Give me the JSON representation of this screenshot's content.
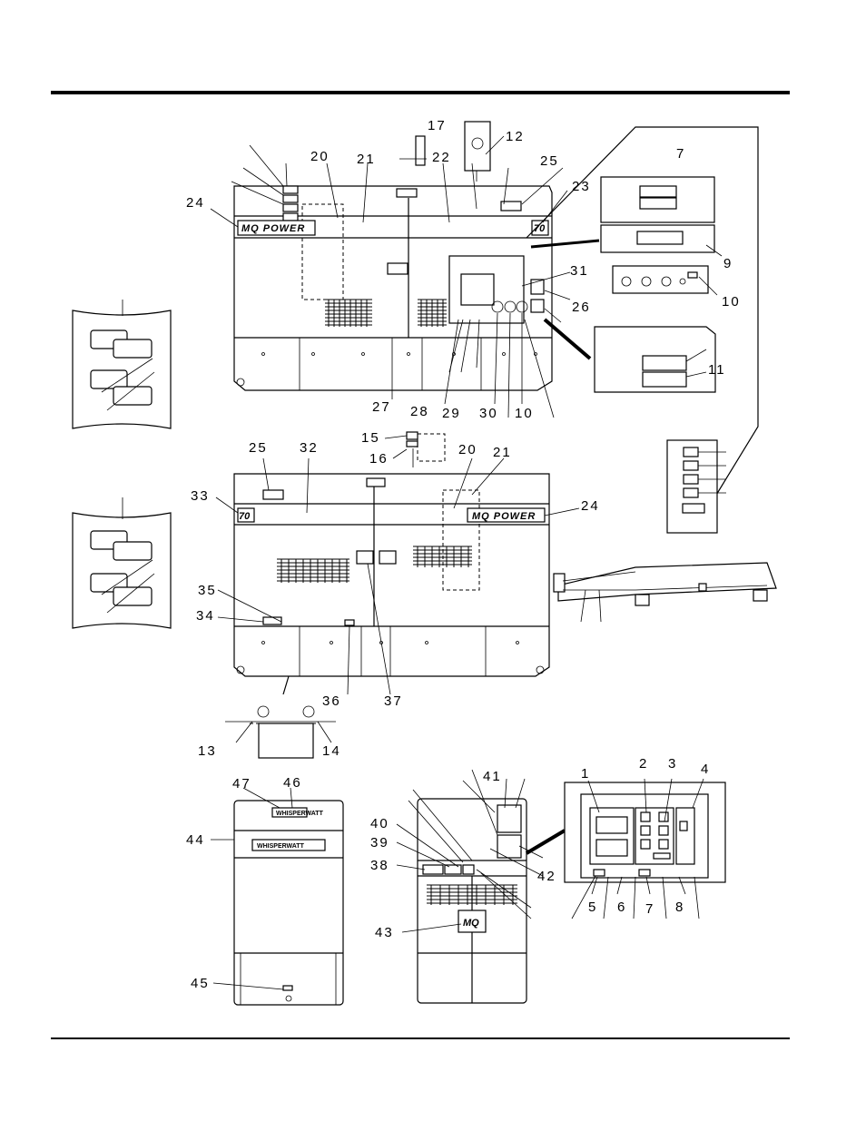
{
  "branding": {
    "mq_power": "MQ POWER",
    "model_badge": "70",
    "whisperwatt": "WHISPERWATT",
    "mq_logo": "MQ"
  },
  "callouts": {
    "top": [
      "17",
      "12",
      "20",
      "21",
      "22",
      "25",
      "23",
      "7",
      "24",
      "9",
      "31",
      "10",
      "26",
      "11",
      "27",
      "28",
      "29",
      "30",
      "10"
    ],
    "middle": [
      "15",
      "16",
      "25",
      "32",
      "20",
      "21",
      "33",
      "24",
      "35",
      "34",
      "36",
      "37",
      "13",
      "14"
    ],
    "bottom_left": [
      "47",
      "46",
      "44",
      "45"
    ],
    "bottom_middle": [
      "41",
      "40",
      "39",
      "38",
      "42",
      "43"
    ],
    "bottom_right": [
      "1",
      "2",
      "3",
      "4",
      "5",
      "6",
      "7",
      "8"
    ]
  }
}
